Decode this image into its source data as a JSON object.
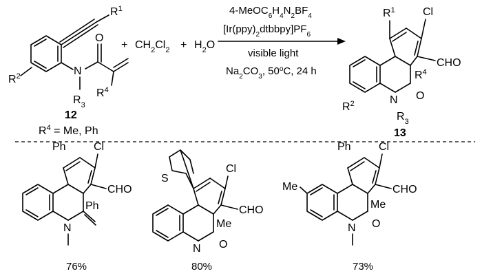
{
  "reagents": {
    "plus1": "+",
    "ch2cl2": "CH2Cl2",
    "plus2": "+",
    "h2o": "H2O"
  },
  "conditions": {
    "line1": "4-MeOC6H4N2BF4",
    "line2": "[Ir(ppy)2dtbbpy]PF6",
    "line3": "visible light",
    "line4": "Na2CO3, 50oC, 24 h"
  },
  "starting_material": {
    "number": "12",
    "note": "R4 = Me, Ph",
    "labels": {
      "r1": "R1",
      "r2": "R2",
      "r3": "R3",
      "r4": "R4",
      "o": "O",
      "n": "N"
    }
  },
  "product": {
    "number": "13",
    "labels": {
      "r1": "R1",
      "r2": "R2",
      "r3": "R3",
      "r4": "R4",
      "cl": "Cl",
      "cho": "CHO",
      "o": "O",
      "n": "N"
    }
  },
  "examples": [
    {
      "substituent": "Ph",
      "quat": "Ph",
      "cl": "Cl",
      "cho": "CHO",
      "n": "N",
      "yield": "76%"
    },
    {
      "substituent": "S",
      "quat": "Me",
      "cl": "Cl",
      "cho": "CHO",
      "n": "N",
      "o": "O",
      "yield": "80%"
    },
    {
      "substituent": "Ph",
      "ring_me": "Me",
      "quat": "Me",
      "cl": "Cl",
      "cho": "CHO",
      "n": "N",
      "o": "O",
      "yield": "73%"
    }
  ]
}
